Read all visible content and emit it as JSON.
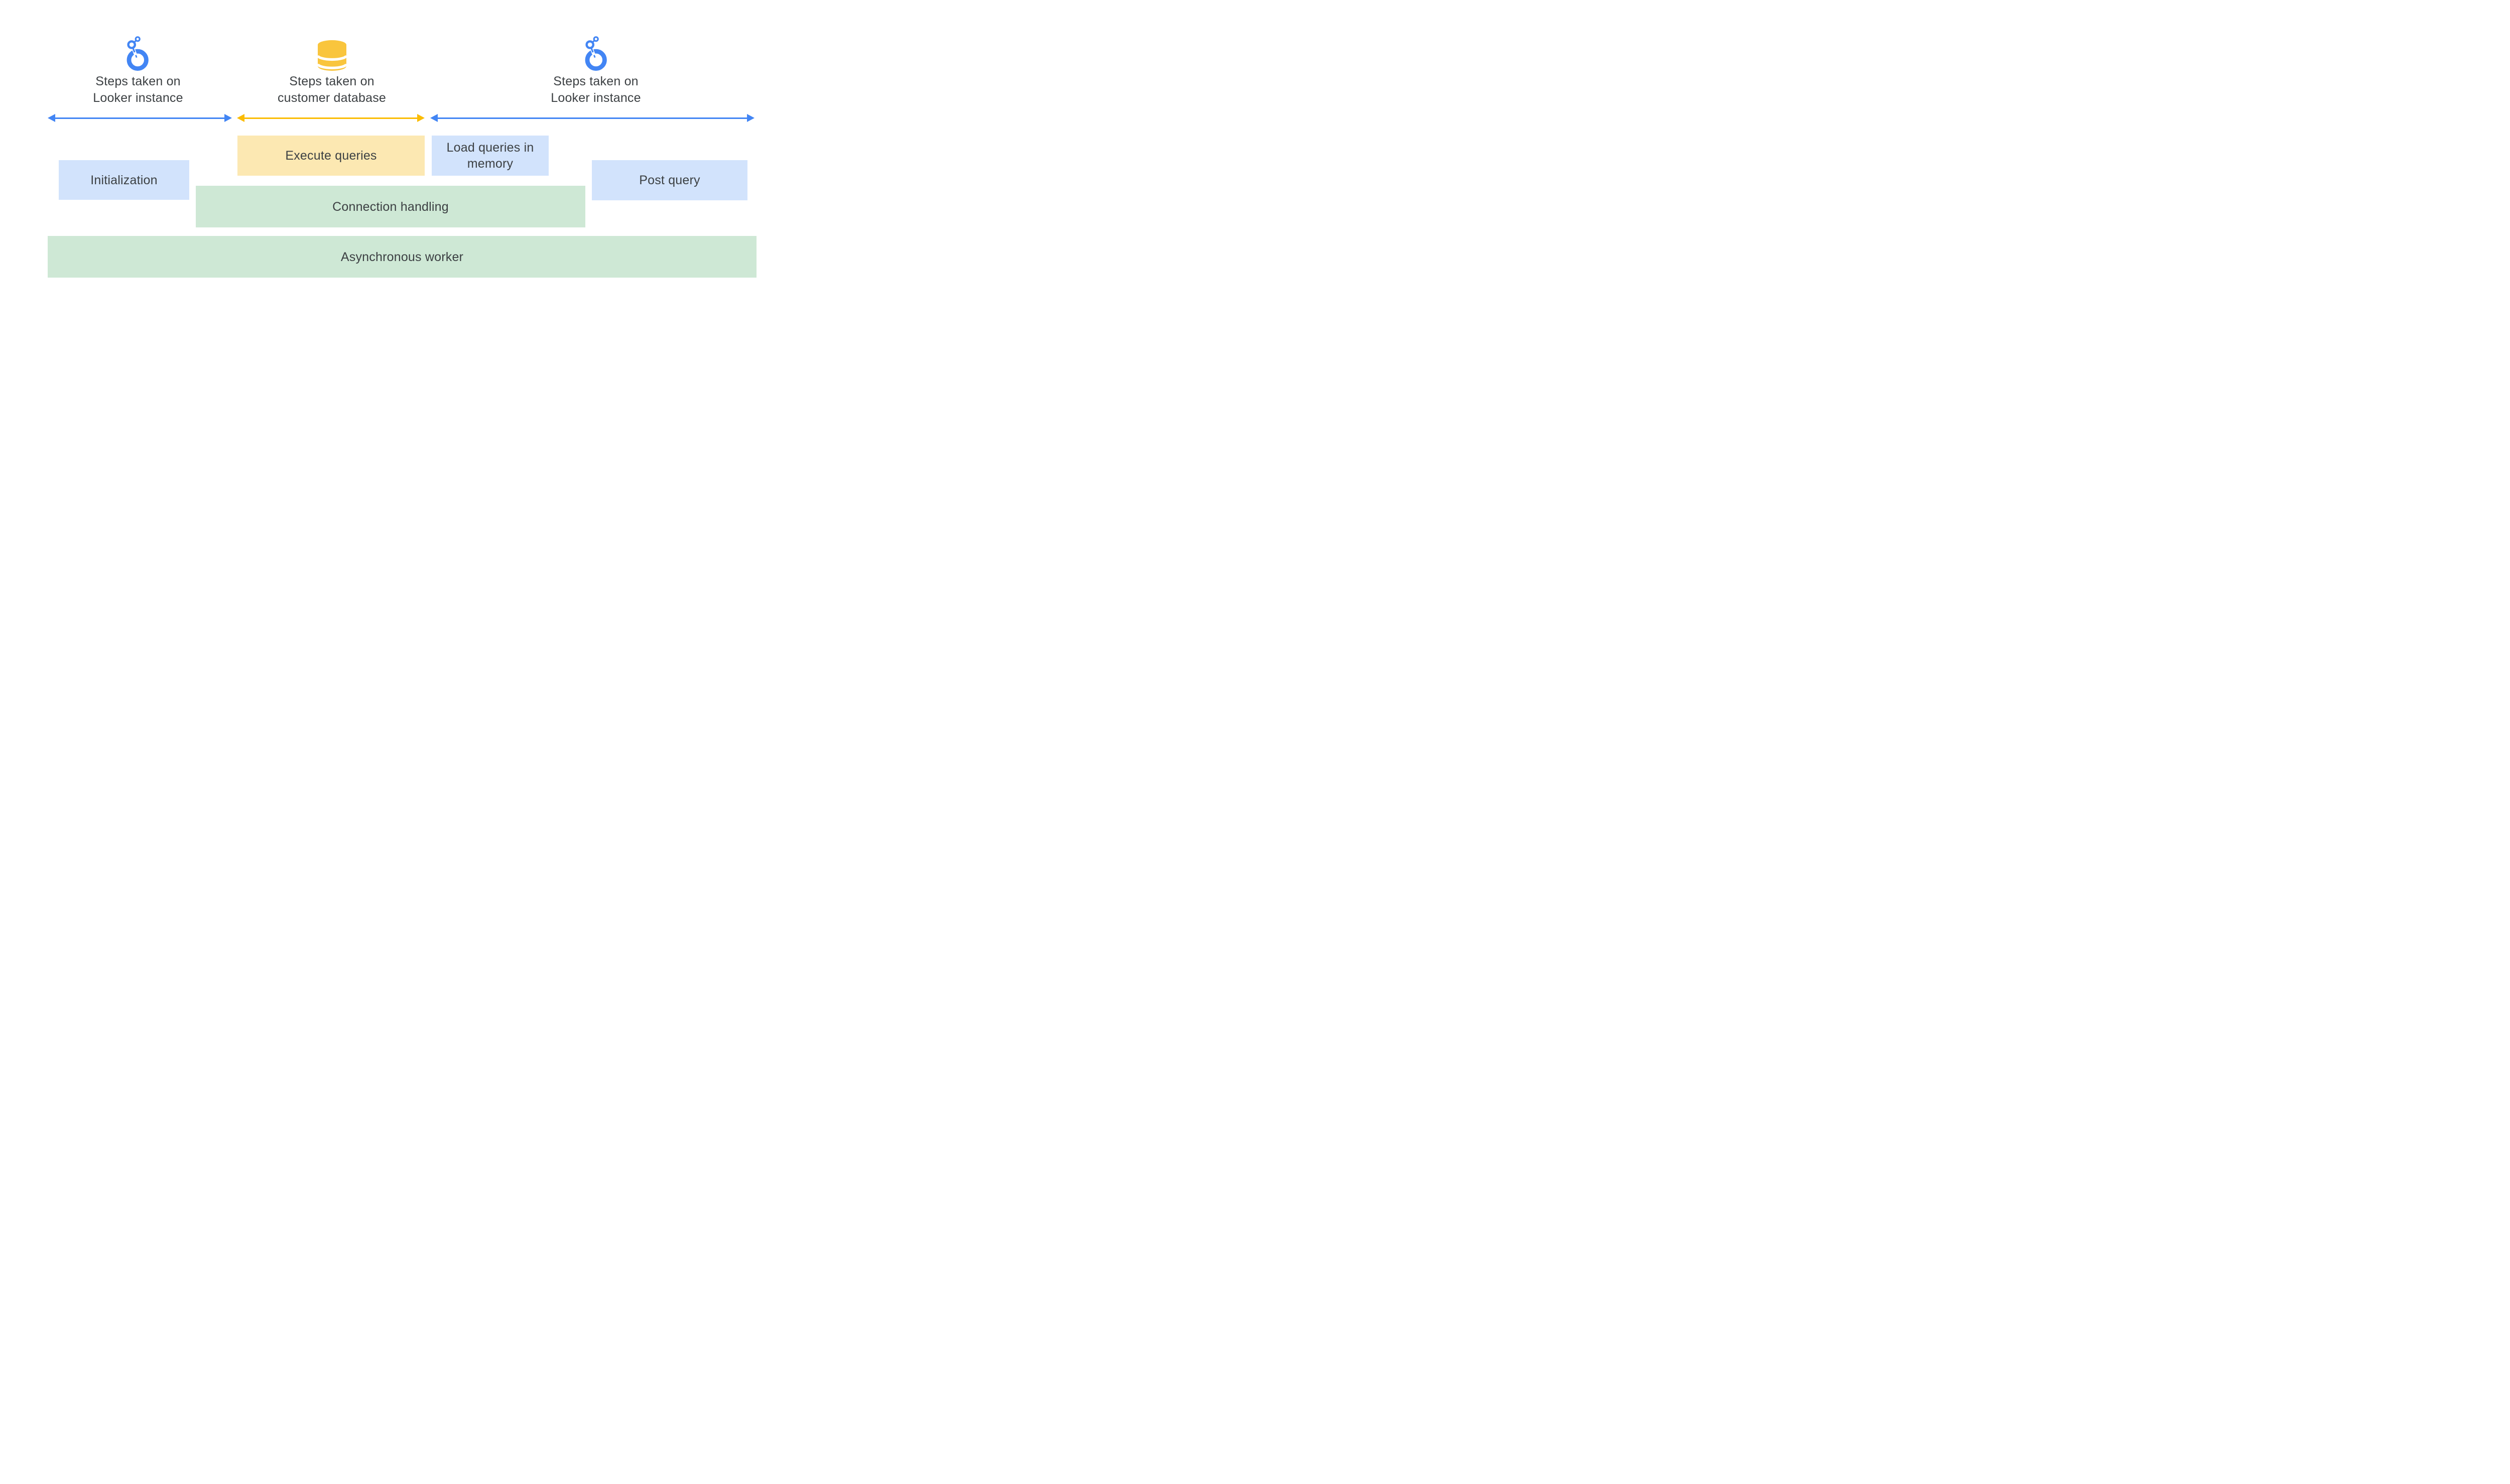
{
  "palette": {
    "blue": "#4285F4",
    "arrow_yellow": "#FBBC04",
    "db_yellow": "#F9C53D",
    "light_blue": "#D2E3FC",
    "light_yellow": "#FCE8B2",
    "light_green": "#CEE8D5",
    "text": "#3C4043",
    "bg": "#FFFFFF"
  },
  "sections": [
    {
      "icon": "looker-logo-icon",
      "line1": "Steps taken on",
      "line2": "Looker instance"
    },
    {
      "icon": "database-icon",
      "line1": "Steps taken on",
      "line2": "customer database"
    },
    {
      "icon": "looker-logo-icon",
      "line1": "Steps taken on",
      "line2": "Looker instance"
    }
  ],
  "arrows": [
    {
      "name": "looker-instance-span-arrow-left",
      "color": "#4285F4"
    },
    {
      "name": "customer-database-span-arrow",
      "color": "#FBBC04"
    },
    {
      "name": "looker-instance-span-arrow-right",
      "color": "#4285F4"
    }
  ],
  "boxes": [
    {
      "id": "initialization",
      "label": "Initialization",
      "fill": "#D2E3FC"
    },
    {
      "id": "execute-queries",
      "label": "Execute queries",
      "fill": "#FCE8B2"
    },
    {
      "id": "load-queries-memory",
      "label": "Load queries in memory",
      "fill": "#D2E3FC"
    },
    {
      "id": "post-query",
      "label": "Post query",
      "fill": "#D2E3FC"
    },
    {
      "id": "connection-handling",
      "label": "Connection handling",
      "fill": "#CEE8D5"
    },
    {
      "id": "asynchronous-worker",
      "label": "Asynchronous worker",
      "fill": "#CEE8D5"
    }
  ]
}
